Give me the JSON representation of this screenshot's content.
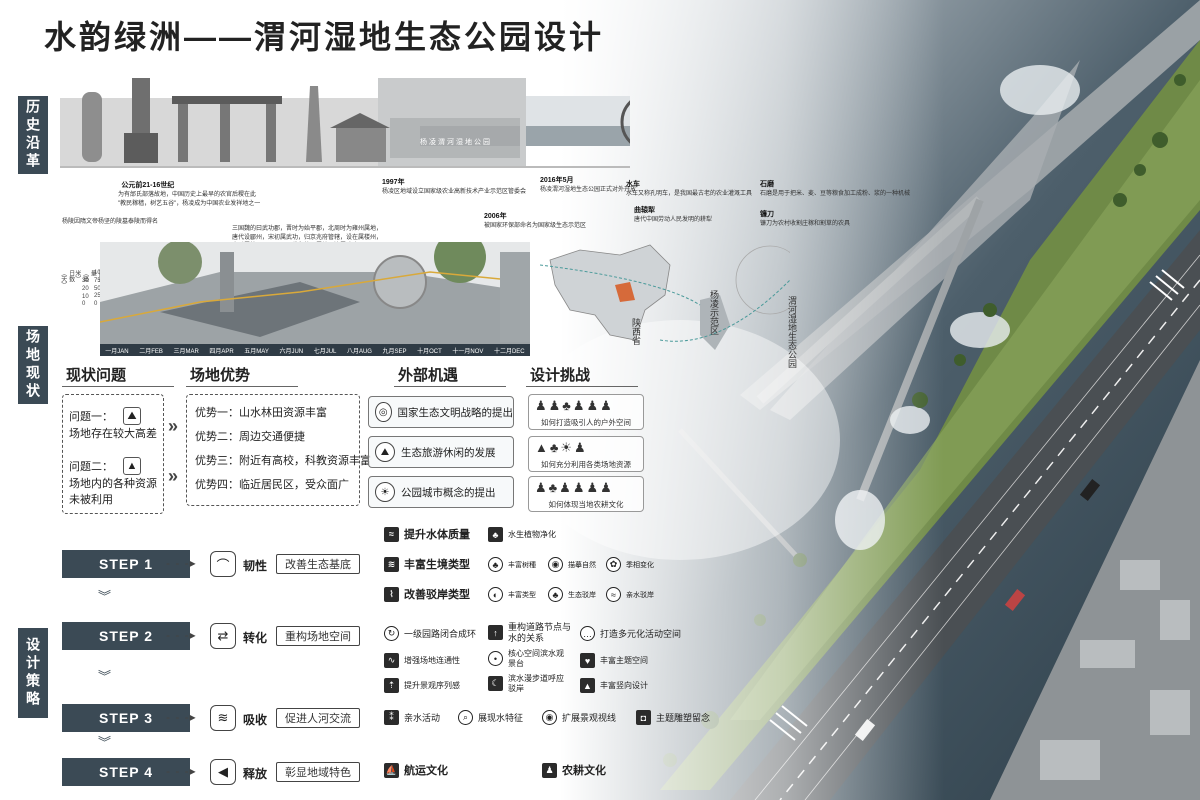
{
  "title": "水韵绿洲——渭河湿地生态公园设计",
  "sidebars": {
    "history": "历史沿革",
    "site": "场地现状",
    "design": "设计策略"
  },
  "history": {
    "photo_caption": "杨凌渭河湿地公园",
    "notes": [
      {
        "title": "",
        "body": "杨陵因隋文帝杨坚的陵墓泰陵而得名"
      },
      {
        "title": "公元前21-16世纪",
        "body": "为有邰氏部落故地，中国历史上最早的农官后稷在此\n\"教民稼穑，树艺五谷\"，杨凌成为中国农业发祥地之一"
      },
      {
        "title": "",
        "body": "三国魏的曰武功郡，晋时为始平郡，北周时为雍州属地，\n唐代设郿州，宋初属武功，归京兆府管辖，设在属楼州，\n金时属扶风，元、明两代为乾州属地，清属武功。"
      },
      {
        "title": "1997年",
        "body": "杨凌区地域设立国家级农业高新技术产业示范区管委会"
      },
      {
        "title": "2006年",
        "body": "被国家环保部命名为国家级生态示范区"
      },
      {
        "title": "2016年5月",
        "body": "杨凌渭河湿地生态公园正式对外开放"
      },
      {
        "title": "曲辕犁",
        "body": "唐代中国劳动人民发明的耕犁"
      },
      {
        "title": "水车",
        "body": "水车又称孔明车，是我国最古老的农业灌溉工具"
      },
      {
        "title": "石磨",
        "body": "石磨是用于把米、麦、豆等粮食加工成粉、浆的一种机械"
      },
      {
        "title": "镰刀",
        "body": "镰刀为农村收割庄稼和割草的农具"
      }
    ]
  },
  "climate": {
    "axis_labels": [
      "日数（天）",
      "降雨量（毫米）"
    ],
    "left_ticks": [
      "100",
      "75",
      "50",
      "25",
      "0"
    ],
    "right_ticks": [
      "30",
      "20",
      "10",
      "0"
    ],
    "months": [
      "一月JAN",
      "二月FEB",
      "三月MAR",
      "四月APR",
      "五月MAY",
      "六月JUN",
      "七月JUL",
      "八月AUG",
      "九月SEP",
      "十月OCT",
      "十一月NOV",
      "十二月DEC"
    ]
  },
  "map_labels": {
    "province": "陕西省",
    "district": "杨凌示范区",
    "park": "渭河湿地生态公园"
  },
  "headers": {
    "problems": "现状问题",
    "advantages": "场地优势",
    "opportunities": "外部机遇",
    "challenges": "设计挑战"
  },
  "problems": [
    {
      "label": "问题一：",
      "text": "场地存在较大高差"
    },
    {
      "label": "问题二：",
      "text": "场地内的各种资源未被利用"
    }
  ],
  "advantages": [
    "优势一：山水林田资源丰富",
    "优势二：周边交通便捷",
    "优势三：附近有高校，科教资源丰富",
    "优势四：临近居民区，受众面广"
  ],
  "opportunities": [
    "国家生态文明战略的提出",
    "生态旅游休闲的发展",
    "公园城市概念的提出"
  ],
  "challenges": [
    "如何打造吸引人的户外空间",
    "如何充分利用各类场地资源",
    "如何体现当地农耕文化"
  ],
  "steps": [
    {
      "label": "STEP 1",
      "verb": "韧性",
      "goal": "改善生态基底"
    },
    {
      "label": "STEP 2",
      "verb": "转化",
      "goal": "重构场地空间"
    },
    {
      "label": "STEP 3",
      "verb": "吸收",
      "goal": "促进人河交流"
    },
    {
      "label": "STEP 4",
      "verb": "释放",
      "goal": "彰显地域特色"
    }
  ],
  "strategies": {
    "s1": [
      "提升水体质量",
      "水生植物净化",
      "丰富生境类型",
      "丰富树種",
      "描摹自然",
      "季相变化",
      "改善驳岸类型",
      "丰富类型",
      "生态驳岸",
      "亲水驳岸"
    ],
    "s2": [
      "一级园路闭合成环",
      "重构道路节点与水的关系",
      "打造多元化活动空间",
      "增强场地连通性",
      "核心空间滨水观景台",
      "丰富主题空间",
      "提升景观序列感",
      "滨水漫步道呼应驳岸",
      "丰富竖向设计"
    ],
    "s3": [
      "亲水活动",
      "展现水特征",
      "扩展景观视线",
      "主题雕塑留念"
    ],
    "s4": [
      "航运文化",
      "农耕文化"
    ]
  }
}
